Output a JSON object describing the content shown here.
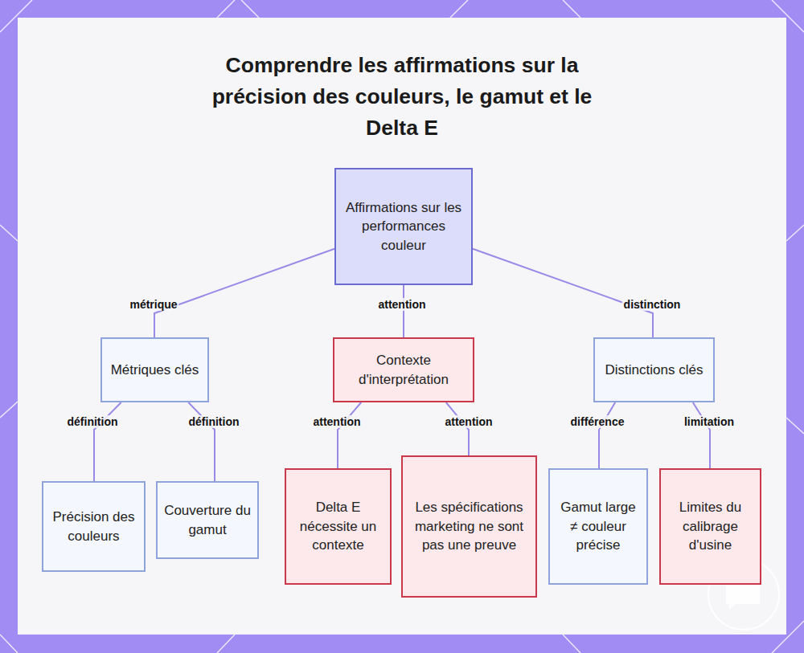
{
  "diagram": {
    "title": "Comprendre les affirmations sur la précision des couleurs, le gamut et le Delta E",
    "nodes": [
      {
        "text": [
          "Affirmations sur les performances couleur"
        ]
      },
      {
        "text": [
          "Métriques clés"
        ]
      },
      {
        "text": [
          "Contexte d'interprétation"
        ]
      },
      {
        "text": [
          "Distinctions clés"
        ]
      },
      {
        "text": [
          "Précision des couleurs"
        ]
      },
      {
        "text": [
          "Couverture du gamut"
        ]
      },
      {
        "text": [
          "Delta E nécessite un contexte"
        ]
      },
      {
        "text": [
          "Les spécifications marketing ne sont pas une preuve"
        ]
      },
      {
        "text": [
          "Gamut large ≠ couleur précise"
        ]
      },
      {
        "text": [
          "Limites du calibrage d'usine"
        ]
      }
    ],
    "edges": [
      {
        "from": 0,
        "to": 1,
        "arrow": "none",
        "label": "métrique"
      },
      {
        "from": 0,
        "to": 2,
        "arrow": "none",
        "label": "attention"
      },
      {
        "from": 0,
        "to": 3,
        "arrow": "none",
        "label": "distinction"
      },
      {
        "from": 1,
        "to": 4,
        "arrow": "none",
        "label": "définition"
      },
      {
        "from": 1,
        "to": 5,
        "arrow": "none",
        "label": "définition"
      },
      {
        "from": 2,
        "to": 6,
        "arrow": "none",
        "label": "attention"
      },
      {
        "from": 2,
        "to": 7,
        "arrow": "none",
        "label": "attention"
      },
      {
        "from": 3,
        "to": 8,
        "arrow": "none",
        "label": "différence"
      },
      {
        "from": 3,
        "to": 9,
        "arrow": "none",
        "label": "limitation"
      }
    ]
  }
}
